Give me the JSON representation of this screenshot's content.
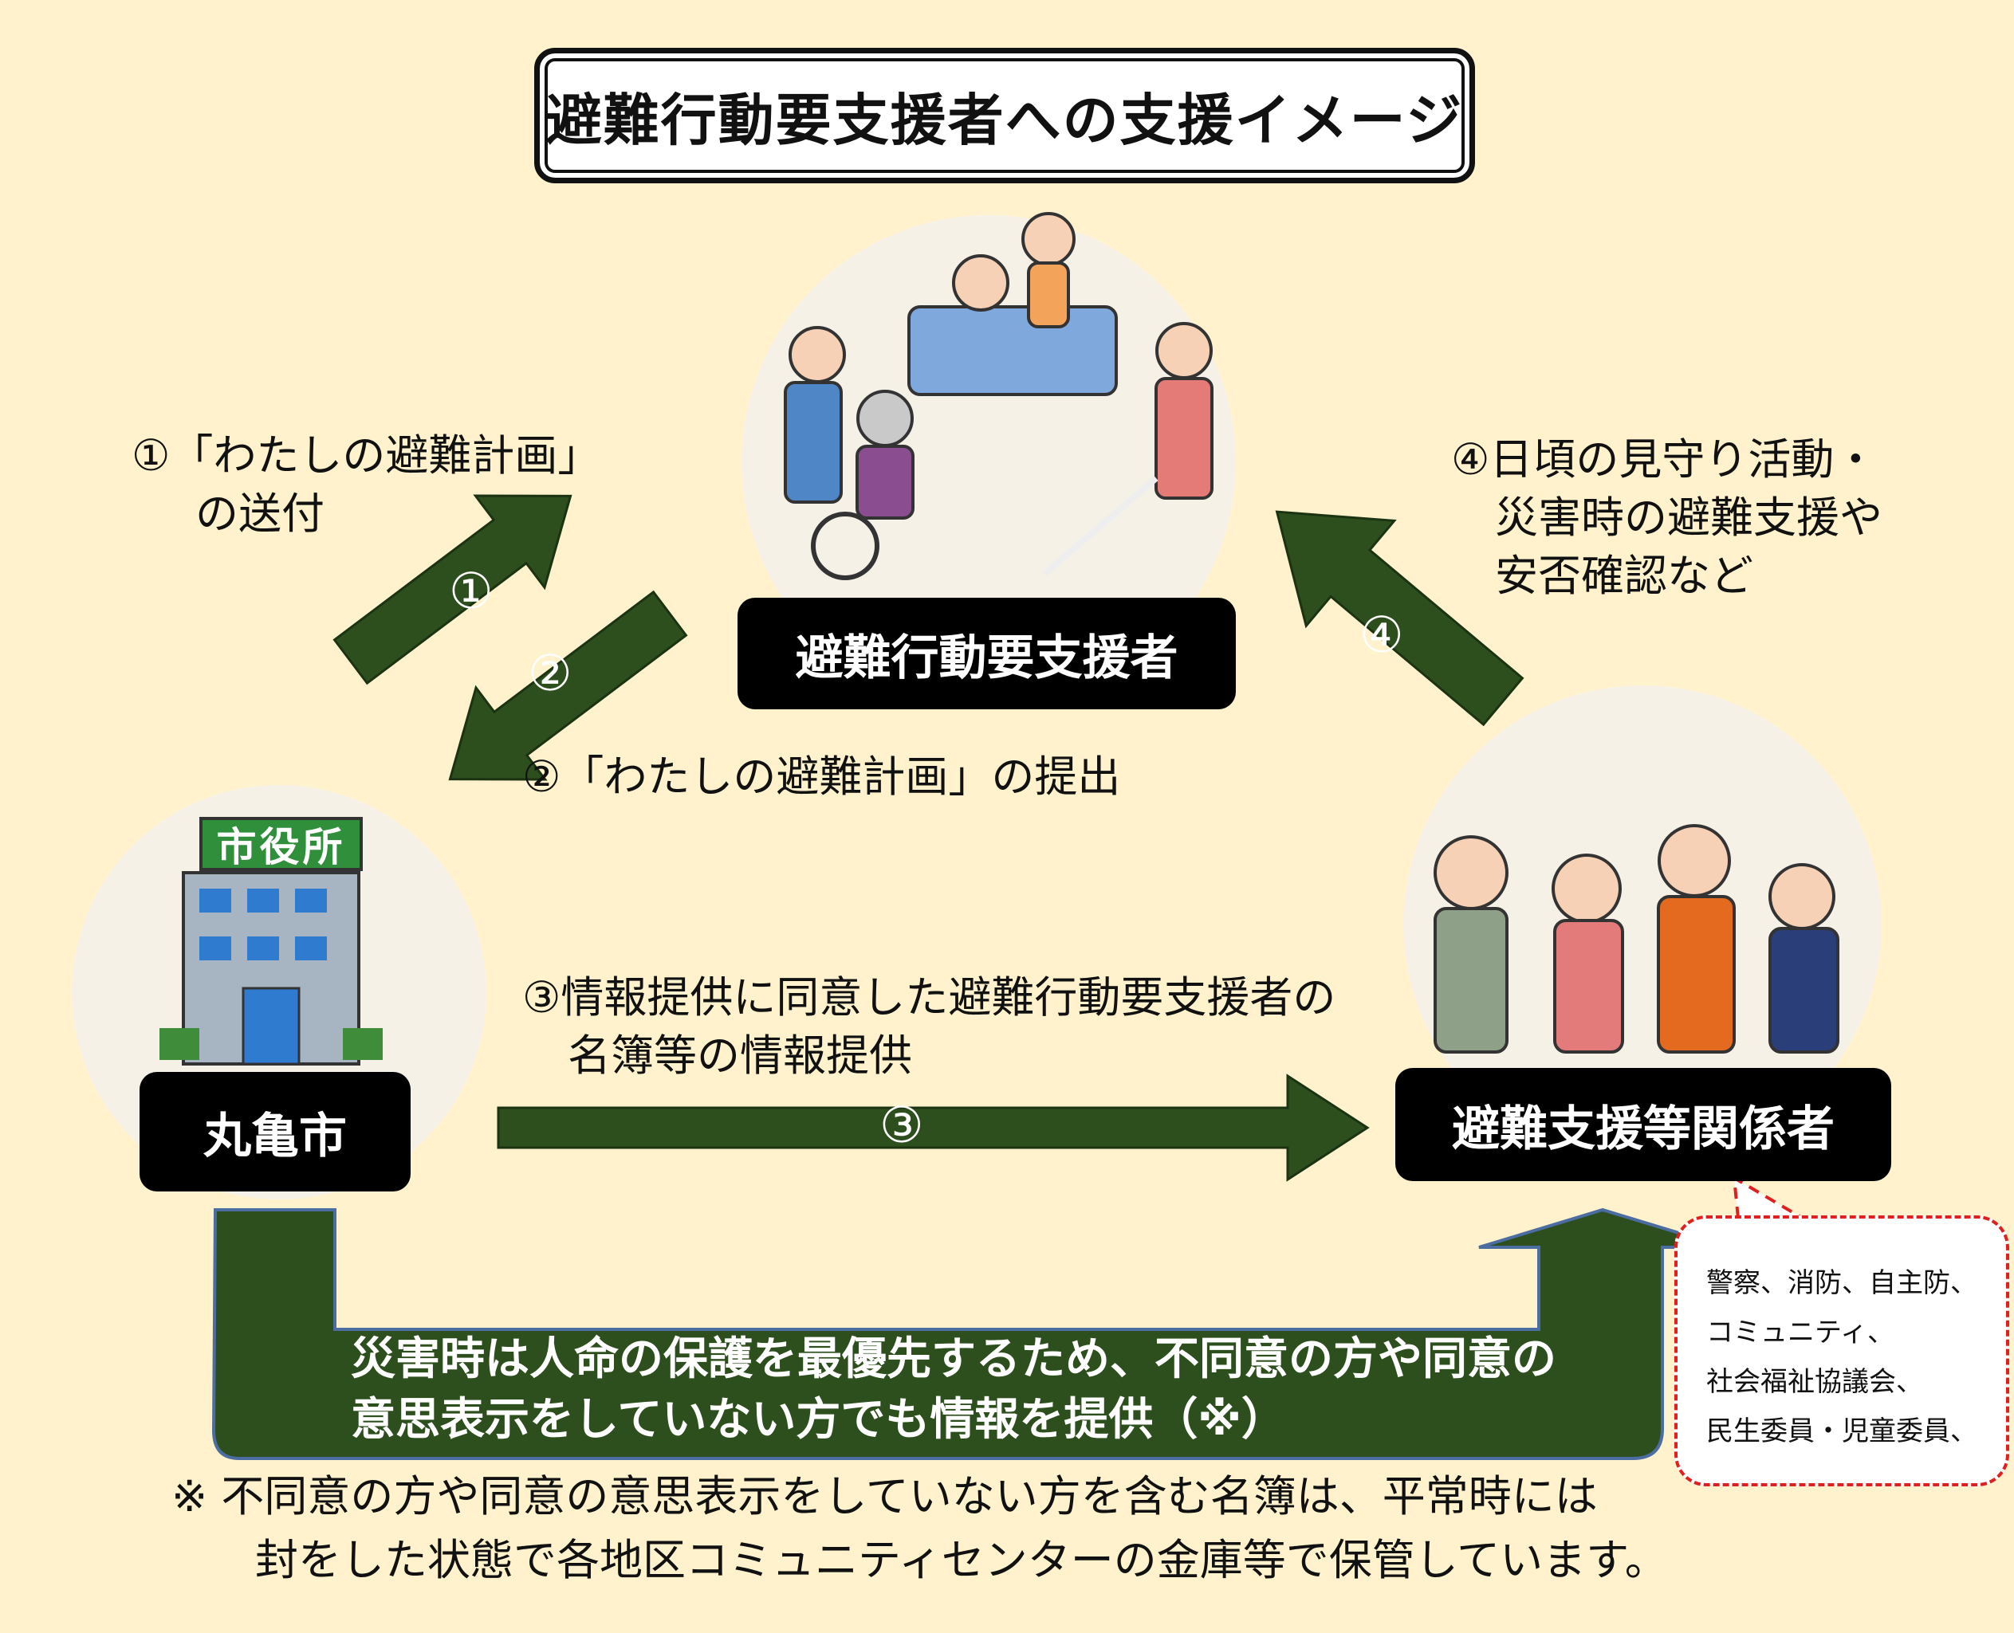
{
  "title": "避難行動要支援者への支援イメージ",
  "nodes": {
    "supported": "避難行動要支援者",
    "city": "丸亀市",
    "supporters": "避難支援等関係者"
  },
  "city_hall_sign": "市役所",
  "steps": {
    "s1": {
      "num": "①",
      "line1": "①「わたしの避難計画」",
      "line2": "の送付"
    },
    "s2": {
      "num": "②",
      "line1": "②「わたしの避難計画」の提出"
    },
    "s3": {
      "num": "③",
      "line1": "③情報提供に同意した避難行動要支援者の",
      "line2": "名簿等の情報提供"
    },
    "s4": {
      "num": "④",
      "line1": "④日頃の見守り活動・",
      "line2": "災害時の避難支援や",
      "line3": "安否確認など"
    }
  },
  "bottom": {
    "line1": "災害時は人命の保護を最優先するため、不同意の方や同意の",
    "line2": "意思表示をしていない方でも情報を提供（※）"
  },
  "callout": {
    "lines": [
      "警察、消防、自主防、",
      "コミュニティ、",
      "社会福祉協議会、",
      "民生委員・児童委員、"
    ]
  },
  "note": {
    "line1": "※ 不同意の方や同意の意思表示をしていない方を含む名簿は、平常時には",
    "line2": "封をした状態で各地区コミュニティセンターの金庫等で保管しています。"
  },
  "colors": {
    "background": "#fff2cc",
    "arrow": "#2d4f1e",
    "label": "#000000",
    "callout_border": "#e0201e"
  }
}
